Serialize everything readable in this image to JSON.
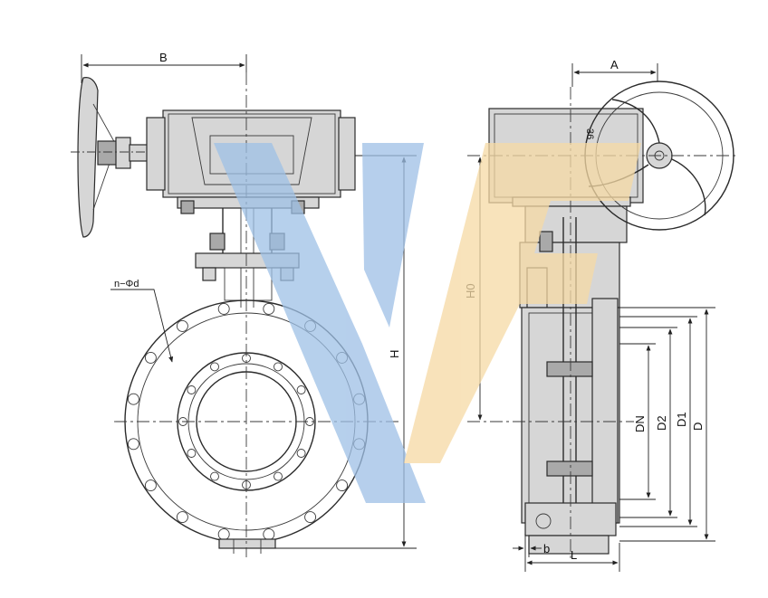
{
  "labels": {
    "B": "B",
    "A": "A",
    "H": "H",
    "H0": "H0",
    "n_phi_d": "n−Φd",
    "DN": "DN",
    "D2": "D2",
    "D1": "D1",
    "D": "D",
    "b": "b",
    "L": "L"
  },
  "colors": {
    "watermark_blue": "#9ec0e6",
    "watermark_orange": "#f6d9a4"
  }
}
